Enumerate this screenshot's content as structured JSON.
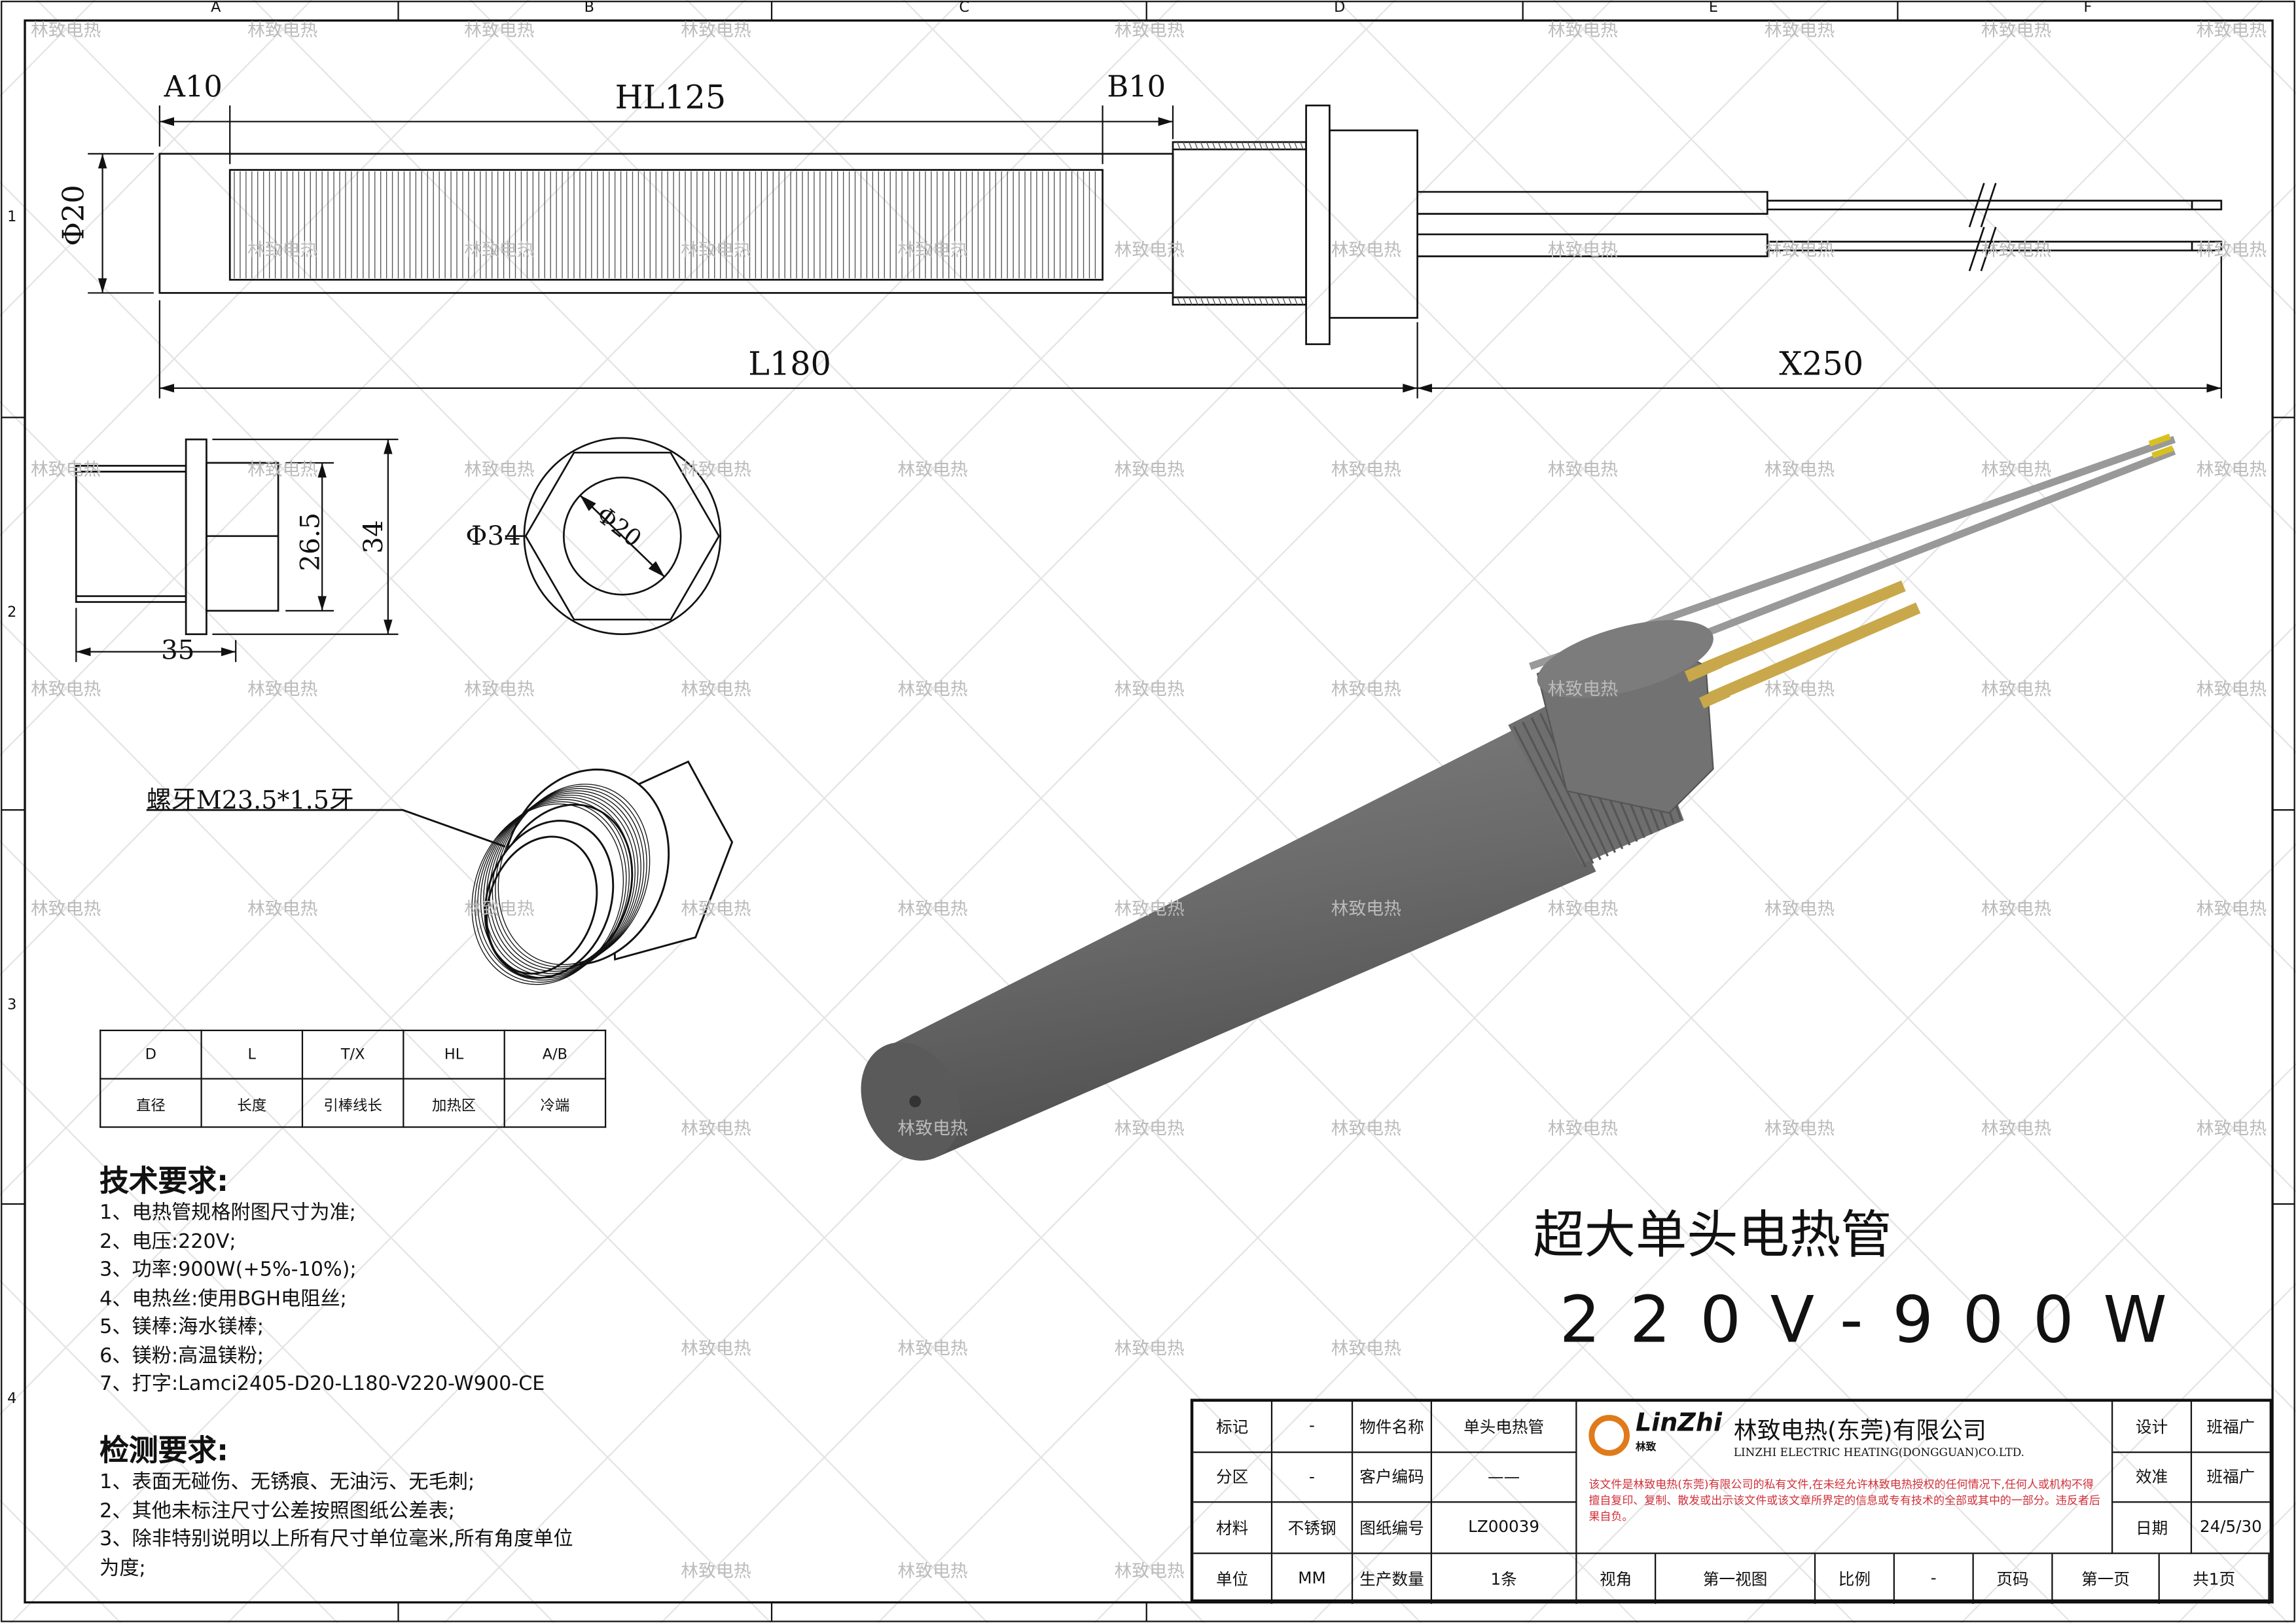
{
  "frame": {
    "columns": [
      "A",
      "B",
      "C",
      "D",
      "E",
      "F"
    ],
    "rows": [
      "1",
      "2",
      "3",
      "4"
    ]
  },
  "watermark": "林致电热",
  "dims": {
    "a": "A10",
    "hl": "HL125",
    "b": "B10",
    "dia": "Φ20",
    "l": "L180",
    "x": "X250",
    "side_h1": "26.5",
    "side_h2": "34",
    "side_w": "35",
    "circle_outer": "Φ34",
    "circle_inner": "Φ20",
    "thread": "螺牙M23.5*1.5牙"
  },
  "spec_table": {
    "headers": [
      "D",
      "L",
      "T/X",
      "HL",
      "A/B"
    ],
    "labels": [
      "直径",
      "长度",
      "引棒线长",
      "加热区",
      "冷端"
    ]
  },
  "tech": {
    "title": "技术要求:",
    "items": [
      "1、电热管规格附图尺寸为准;",
      "2、电压:220V;",
      "3、功率:900W(+5%-10%);",
      "4、电热丝:使用BGH电阻丝;",
      "5、镁棒:海水镁棒;",
      "6、镁粉:高温镁粉;",
      "7、打字:Lamci2405-D20-L180-V220-W900-CE"
    ]
  },
  "inspect": {
    "title": "检测要求:",
    "items": [
      "1、表面无碰伤、无锈痕、无油污、无毛刺;",
      "2、其他未标注尺寸公差按照图纸公差表;",
      "3、除非特别说明以上所有尺寸单位毫米,所有角度单位为度;"
    ]
  },
  "product": {
    "name": "超大单头电热管",
    "rating": "220V-900W"
  },
  "title_block": {
    "mark_label": "标记",
    "mark": "-",
    "part_label": "物件名称",
    "part": "单头电热管",
    "zone_label": "分区",
    "zone": "-",
    "customer_label": "客户编码",
    "customer": "——",
    "material_label": "材料",
    "material": "不锈钢",
    "drawing_label": "图纸编号",
    "drawing": "LZ00039",
    "unit_label": "单位",
    "unit": "MM",
    "qty_label": "生产数量",
    "qty": "1条",
    "view_label": "视角",
    "view": "第一视图",
    "scale_label": "比例",
    "scale": "-",
    "page_label": "页码",
    "page": "第一页",
    "total": "共1页",
    "logo": "LinZhi",
    "logo_sub": "林致",
    "company": "林致电热(东莞)有限公司",
    "company_en": "LINZHI ELECTRIC HEATING(DONGGUAN)CO.LTD.",
    "notice": "该文件是林致电热(东莞)有限公司的私有文件,在未经允许林致电热授权的任何情况下,任何人或机构不得擅自复印、复制、散发或出示该文件或该文章所界定的信息或专有技术的全部或其中的一部分。违反者后果自负。",
    "design_label": "设计",
    "design": "班福广",
    "check_label": "效准",
    "check": "班福广",
    "date_label": "日期",
    "date": "24/5/30"
  },
  "colors": {
    "body": "#6b6b6b",
    "brass": "#c8a84a",
    "notice": "#d0303a",
    "logo": "#e07a1a"
  }
}
